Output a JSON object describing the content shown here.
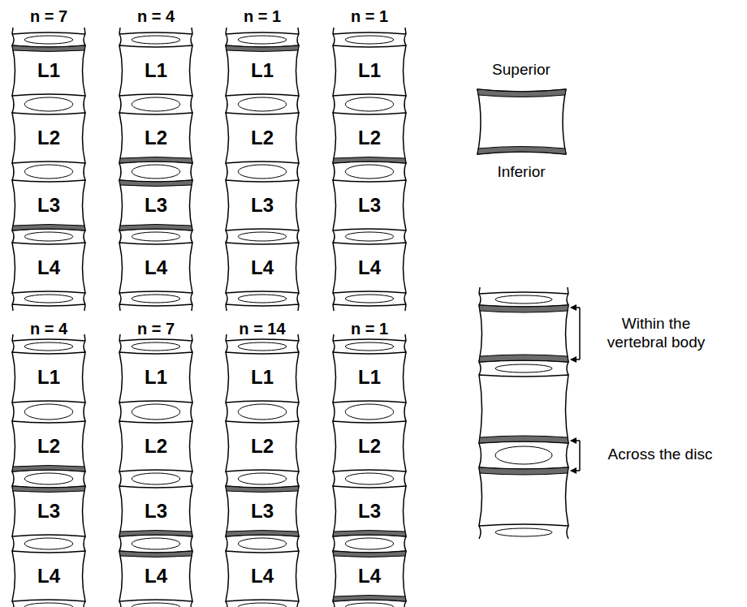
{
  "diagram": {
    "nodes": [
      {
        "text": [
          "L1"
        ]
      },
      {
        "text": [
          "L2"
        ]
      },
      {
        "text": [
          "L3"
        ]
      },
      {
        "text": [
          "L4"
        ]
      },
      {
        "text": [
          "L1"
        ]
      },
      {
        "text": [
          "L2"
        ]
      },
      {
        "text": [
          "L3"
        ]
      },
      {
        "text": [
          "L4"
        ]
      },
      {
        "text": [
          "L1"
        ]
      },
      {
        "text": [
          "L2"
        ]
      },
      {
        "text": [
          "L3"
        ]
      },
      {
        "text": [
          "L4"
        ]
      },
      {
        "text": [
          "L1"
        ]
      },
      {
        "text": [
          "L2"
        ]
      },
      {
        "text": [
          "L3"
        ]
      },
      {
        "text": [
          "L4"
        ]
      },
      {
        "text": [
          "L1"
        ]
      },
      {
        "text": [
          "L2"
        ]
      },
      {
        "text": [
          "L3"
        ]
      },
      {
        "text": [
          "L4"
        ]
      },
      {
        "text": [
          "L1"
        ]
      },
      {
        "text": [
          "L2"
        ]
      },
      {
        "text": [
          "L3"
        ]
      },
      {
        "text": [
          "L4"
        ]
      },
      {
        "text": [
          "L1"
        ]
      },
      {
        "text": [
          "L2"
        ]
      },
      {
        "text": [
          "L3"
        ]
      },
      {
        "text": [
          "L4"
        ]
      },
      {
        "text": [
          "L1"
        ]
      },
      {
        "text": [
          "L2"
        ]
      },
      {
        "text": [
          "L3"
        ]
      },
      {
        "text": [
          "L4"
        ]
      }
    ],
    "labels": [
      "n = 7",
      "n = 4",
      "n = 1",
      "n = 1",
      "n = 4",
      "n = 7",
      "n = 14",
      "n = 1",
      "Superior",
      "Inferior",
      "Within the vertebral body",
      "Across the disc"
    ]
  }
}
